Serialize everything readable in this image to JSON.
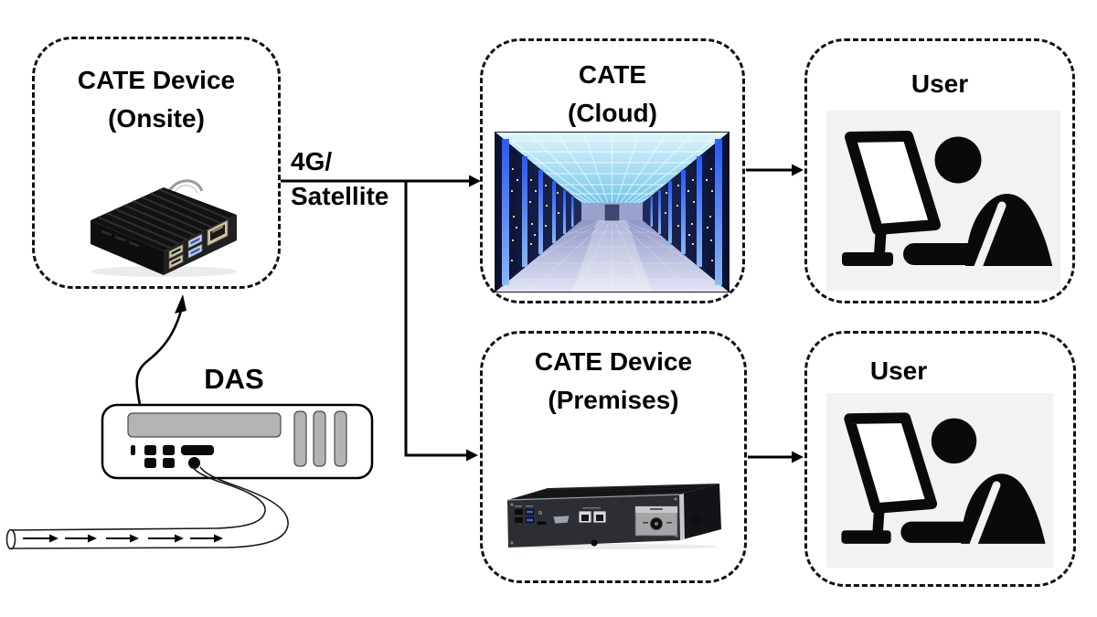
{
  "diagram": {
    "nodes": {
      "onsite": {
        "title_line1": "CATE Device",
        "title_line2": "(Onsite)"
      },
      "cloud": {
        "title_line1": "CATE",
        "title_line2": "(Cloud)"
      },
      "user_top": {
        "title": "User"
      },
      "premises": {
        "title_line1": "CATE Device",
        "title_line2": "(Premises)"
      },
      "user_bottom": {
        "title": "User"
      },
      "das": {
        "title": "DAS"
      }
    },
    "links": {
      "uplink_label_line1": "4G/",
      "uplink_label_line2": "Satellite"
    },
    "colors": {
      "line_black": "#000000",
      "box_border": "#111111",
      "das_gray": "#b3b3b3",
      "user_icon_bg": "#f2f2f2",
      "user_icon_glyph": "#0a0a0a",
      "usb_blue": "#2f62d8",
      "datacenter_ceiling": "#aee4f8",
      "datacenter_wall": "#121a3e",
      "datacenter_led_strip": "#3b6bff",
      "datacenter_floor": "#b9c0e4",
      "indicator_amber": "#ffd966"
    }
  }
}
